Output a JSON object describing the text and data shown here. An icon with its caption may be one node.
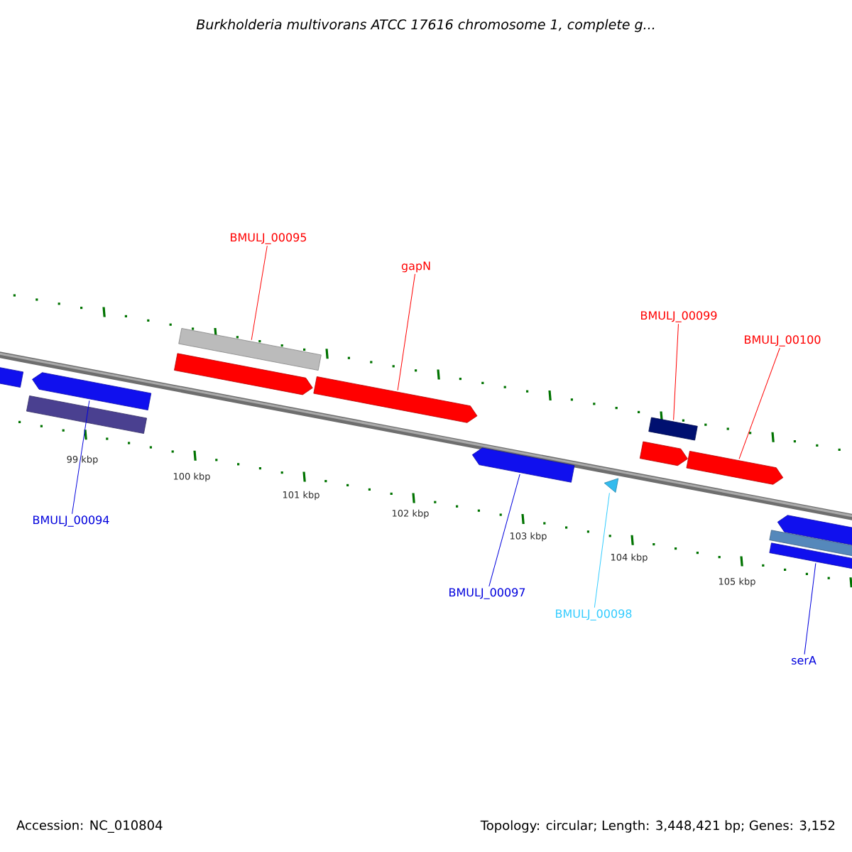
{
  "diagram": {
    "title": "Burkholderia multivorans ATCC 17616 chromosome 1, complete g...",
    "nodes": [
      {
        "text": [
          "BMULJ_00095"
        ]
      },
      {
        "text": [
          "gapN"
        ]
      },
      {
        "text": [
          "BMULJ_00099"
        ]
      },
      {
        "text": [
          "BMULJ_00100"
        ]
      },
      {
        "text": [
          "BMULJ_00094"
        ]
      },
      {
        "text": [
          "BMULJ_00097"
        ]
      },
      {
        "text": [
          "BMULJ_00098"
        ]
      },
      {
        "text": [
          "serA"
        ]
      },
      {
        "text": [],
        "shape": "bar"
      },
      {
        "text": [],
        "shape": "arrow"
      },
      {
        "text": [],
        "shape": "bar"
      },
      {
        "text": [],
        "shape": "bar"
      },
      {
        "text": [],
        "shape": "arrow"
      },
      {
        "text": [],
        "shape": "arrow"
      },
      {
        "text": [],
        "shape": "arrow"
      },
      {
        "text": [],
        "shape": "triangle"
      },
      {
        "text": [],
        "shape": "bar"
      },
      {
        "text": [],
        "shape": "arrow"
      },
      {
        "text": [],
        "shape": "arrow"
      },
      {
        "text": [],
        "shape": "arrow"
      },
      {
        "text": [],
        "shape": "bar"
      },
      {
        "text": [],
        "shape": "bar"
      }
    ],
    "edges": [
      {
        "from": 0,
        "to": 11,
        "arrow": "none"
      },
      {
        "from": 1,
        "to": 13,
        "arrow": "none"
      },
      {
        "from": 2,
        "to": 16,
        "arrow": "none"
      },
      {
        "from": 3,
        "to": 18,
        "arrow": "none"
      },
      {
        "from": 4,
        "to": 9,
        "arrow": "none",
        "color": "#0000dd"
      },
      {
        "from": 5,
        "to": 14,
        "arrow": "none",
        "color": "#0000dd"
      },
      {
        "from": 6,
        "to": 15,
        "arrow": "none",
        "color": "#33ccff"
      },
      {
        "from": 7,
        "to": 21,
        "arrow": "none",
        "color": "#0000dd"
      }
    ],
    "labels": [
      "99 kbp",
      "100 kbp",
      "101 kbp",
      "102 kbp",
      "103 kbp",
      "104 kbp",
      "105 kbp",
      "Accession: NC_010804",
      "Topology: circular; Length: 3,448,421 bp; Genes: 3,152"
    ]
  }
}
